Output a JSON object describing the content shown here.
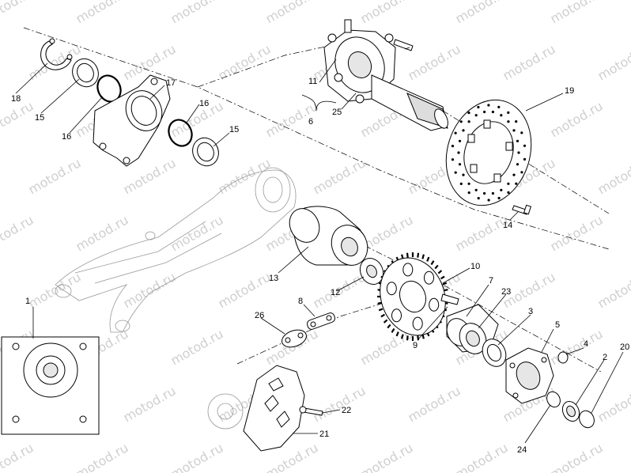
{
  "watermark": "motod.ru",
  "callouts": [
    {
      "id": "c1",
      "text": "1"
    },
    {
      "id": "c2",
      "text": "2"
    },
    {
      "id": "c3",
      "text": "3"
    },
    {
      "id": "c4",
      "text": "4"
    },
    {
      "id": "c5",
      "text": "5"
    },
    {
      "id": "c6",
      "text": "6"
    },
    {
      "id": "c7",
      "text": "7"
    },
    {
      "id": "c8",
      "text": "8"
    },
    {
      "id": "c9",
      "text": "9"
    },
    {
      "id": "c10",
      "text": "10"
    },
    {
      "id": "c11",
      "text": "11"
    },
    {
      "id": "c12",
      "text": "12"
    },
    {
      "id": "c13",
      "text": "13"
    },
    {
      "id": "c14",
      "text": "14"
    },
    {
      "id": "c15a",
      "text": "15"
    },
    {
      "id": "c15b",
      "text": "15"
    },
    {
      "id": "c16a",
      "text": "16"
    },
    {
      "id": "c16b",
      "text": "16"
    },
    {
      "id": "c17",
      "text": "17"
    },
    {
      "id": "c18",
      "text": "18"
    },
    {
      "id": "c19",
      "text": "19"
    },
    {
      "id": "c20",
      "text": "20"
    },
    {
      "id": "c21",
      "text": "21"
    },
    {
      "id": "c22",
      "text": "22"
    },
    {
      "id": "c23",
      "text": "23"
    },
    {
      "id": "c24",
      "text": "24"
    },
    {
      "id": "c25",
      "text": "25"
    },
    {
      "id": "c26",
      "text": "26"
    }
  ]
}
